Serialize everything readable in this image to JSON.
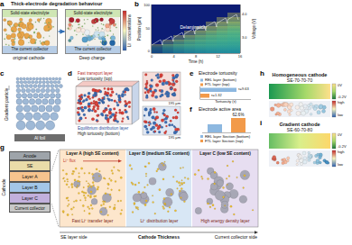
{
  "diagram": {
    "nodes": [
      {
        "text": [
          "Solid-state electrolyte",
          "The current collector"
        ]
      },
      {
        "text": [
          "Solid-state electrolyte",
          "The current collector"
        ]
      },
      {
        "text": [
          "Anode"
        ]
      },
      {
        "text": [
          "SE"
        ]
      },
      {
        "text": [
          "Layer A"
        ]
      },
      {
        "text": [
          "Layer B"
        ]
      },
      {
        "text": [
          "Layer C"
        ]
      },
      {
        "text": [
          "Current collector"
        ]
      },
      {
        "text": [
          "Layer A (high SE content)",
          "Fast Li⁺ transfer layer"
        ]
      },
      {
        "text": [
          "Layer B (medium SE content)",
          "Li⁺ distribution layer"
        ]
      },
      {
        "text": [
          "Layer C (low SE content)",
          "High energy density layer"
        ]
      }
    ],
    "edges": [
      {
        "from": 0,
        "to": 1,
        "arrow": "to"
      }
    ],
    "labels": [
      "a",
      "Thick-electrode degradation behaviour",
      "Li⁺ concentrations",
      "original cathode",
      "Deep charge",
      "b",
      "Position (µm)",
      "Time (h)",
      "Voltage (V)",
      "Delamination",
      "0",
      "4",
      "8",
      "12",
      "16",
      "0",
      "50",
      "100",
      "3.0",
      "4.0",
      "c",
      "Gradient particle",
      "Al foil",
      "d",
      "Fast transport layer",
      "Low tortuosity (top)",
      "Equilibrium distribution layer",
      "High tortuosity (bottom)",
      "195 µm",
      "195 µm",
      "e",
      "Electrode tortuosity",
      "REL layer (bottom)",
      "FTL layer (top)",
      "τ=9.63",
      "τ=1.32",
      "Tortuosity (τ)",
      "f",
      "Electrode active area",
      "62.6%",
      "REL layer Section (bottom)",
      "FTL layer Section (top)",
      "g",
      "Cathode",
      "Li⁺ flux",
      "SE layer side",
      "Cathode Thickness",
      "Current collector side",
      "h",
      "Homogeneous cathode",
      "SE-70-70-70",
      "0V",
      "-0.2V",
      "high",
      "low",
      "i",
      "Gradient cathode",
      "SE-60-70-80",
      "0V",
      "-0.2V",
      "high",
      "low"
    ]
  }
}
